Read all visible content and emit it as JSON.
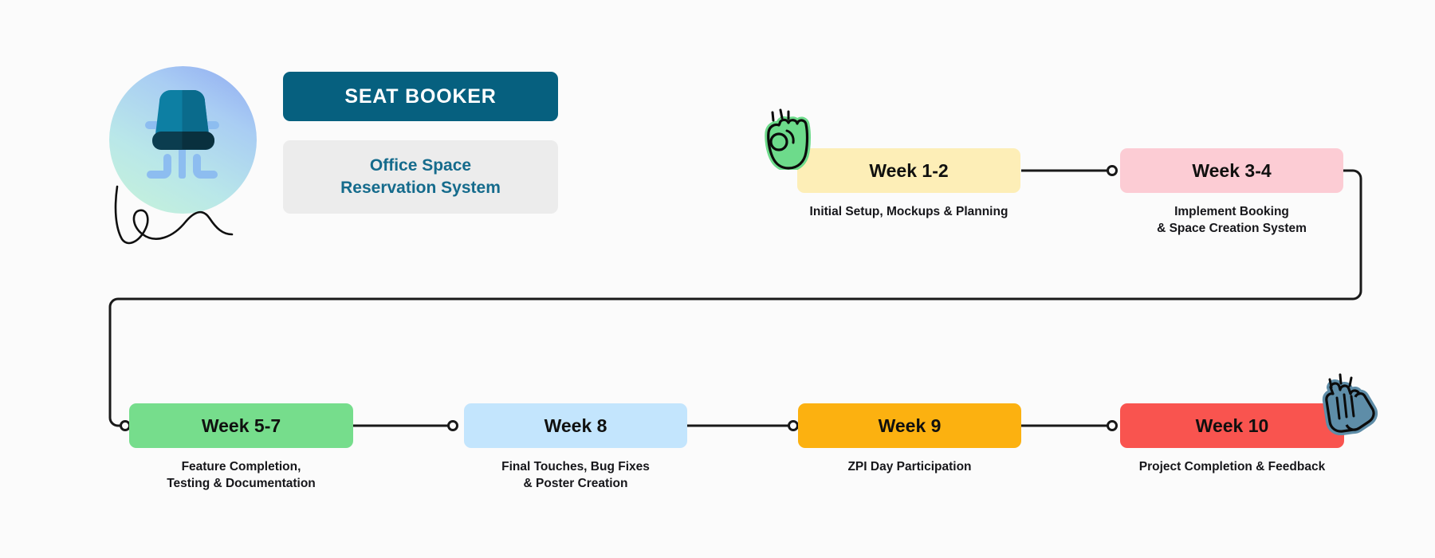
{
  "brand": {
    "icon_name": "office-chair-icon",
    "title": "SEAT BOOKER",
    "subtitle_line1": "Office Space",
    "subtitle_line2": "Reservation System",
    "title_bg": "#06607f",
    "subtitle_bg": "#ececec",
    "subtitle_color": "#156b8c"
  },
  "canvas": {
    "background": "#fbfbfb",
    "connector_color": "#191919"
  },
  "milestones": [
    {
      "id": "week-1-2",
      "label": "Week 1-2",
      "caption": "Initial Setup, Mockups & Planning",
      "color": "#fdeeb7",
      "decoration": "ok-hand-icon",
      "decoration_color": "#6ddb8b"
    },
    {
      "id": "week-3-4",
      "label": "Week 3-4",
      "caption": "Implement Booking\n& Space Creation System",
      "color": "#fcccd4",
      "decoration": null,
      "decoration_color": null
    },
    {
      "id": "week-5-7",
      "label": "Week 5-7",
      "caption": "Feature Completion,\nTesting & Documentation",
      "color": "#76dd8c",
      "decoration": null,
      "decoration_color": null
    },
    {
      "id": "week-8",
      "label": "Week 8",
      "caption": "Final Touches, Bug Fixes\n& Poster Creation",
      "color": "#c3e5fd",
      "decoration": null,
      "decoration_color": null
    },
    {
      "id": "week-9",
      "label": "Week 9",
      "caption": "ZPI Day Participation",
      "color": "#fcb110",
      "decoration": null,
      "decoration_color": null
    },
    {
      "id": "week-10",
      "label": "Week 10",
      "caption": "Project Completion & Feedback",
      "color": "#f9544f",
      "decoration": "clapping-hands-icon",
      "decoration_color": "#5e8da8"
    }
  ]
}
